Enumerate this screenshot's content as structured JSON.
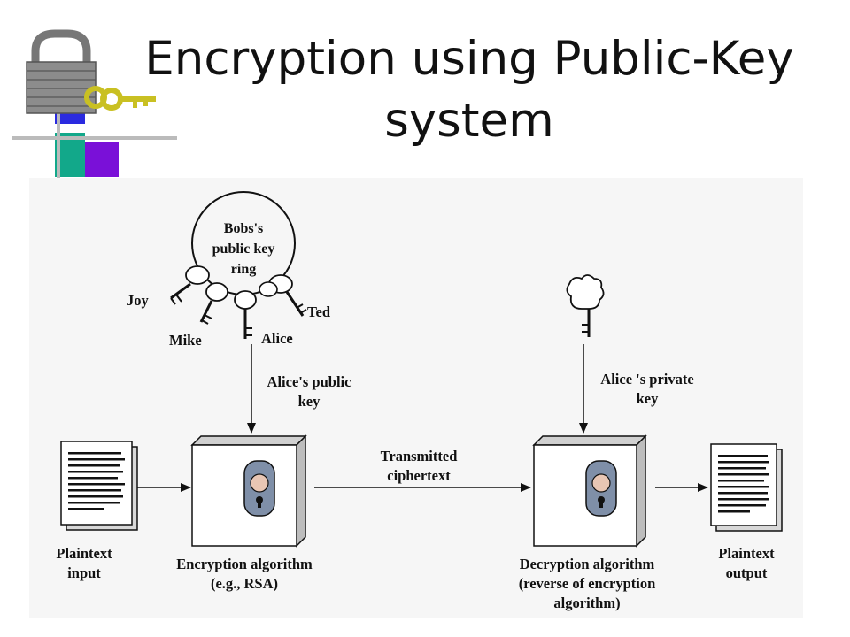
{
  "slide": {
    "title_line1": "Encryption using Public-Key",
    "title_line2": "system"
  },
  "diagram": {
    "key_ring": {
      "lines": [
        "Bobs's",
        "public key",
        "ring"
      ]
    },
    "keys": {
      "joy": "Joy",
      "mike": "Mike",
      "alice": "Alice",
      "ted": "Ted"
    },
    "alice_public_key": {
      "lines": [
        "Alice's public",
        "key"
      ]
    },
    "alice_private_key": {
      "lines": [
        "Alice 's private",
        "key"
      ]
    },
    "transmitted_ciphertext": {
      "lines": [
        "Transmitted",
        "ciphertext"
      ]
    },
    "plaintext_input": {
      "lines": [
        "Plaintext",
        "input"
      ]
    },
    "plaintext_output": {
      "lines": [
        "Plaintext",
        "output"
      ]
    },
    "encryption_algorithm": {
      "lines": [
        "Encryption algorithm",
        "(e.g., RSA)"
      ]
    },
    "decryption_algorithm": {
      "lines": [
        "Decryption algorithm",
        "(reverse of encryption",
        "algorithm)"
      ]
    }
  },
  "colors": {
    "lock_body": "#8c8c8c",
    "key_gold": "#c9c022",
    "accent_blue": "#2a2ae0",
    "accent_purple": "#7a10d8",
    "accent_teal": "#12a88a"
  }
}
